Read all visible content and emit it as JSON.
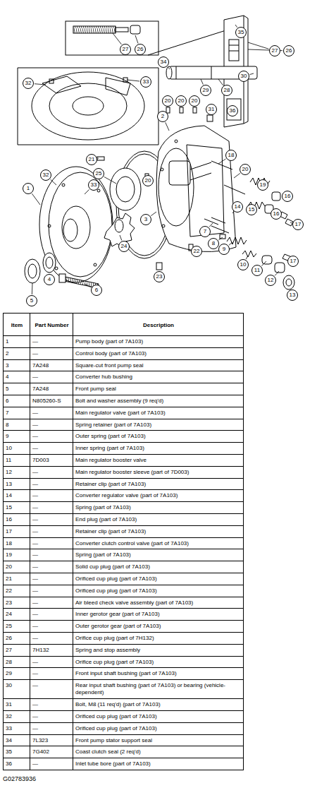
{
  "diagram": {
    "labels": [
      "27",
      "26",
      "35",
      "27",
      "26",
      "34",
      "30",
      "29",
      "28",
      "36",
      "32",
      "33",
      "20",
      "20",
      "20",
      "31",
      "2",
      "21",
      "25",
      "20",
      "32",
      "33",
      "1",
      "18",
      "20",
      "19",
      "16",
      "14",
      "15",
      "16",
      "17",
      "3",
      "7",
      "8",
      "9",
      "22",
      "10",
      "11",
      "17",
      "12",
      "13",
      "24",
      "23",
      "4",
      "5",
      "6",
      "Item",
      "Part Number",
      "Description",
      "1",
      "—",
      "Pump body (part of 7A103)",
      "2",
      "—",
      "Control body (part of 7A103)",
      "3",
      "7A248",
      "Square-cut front pump seal",
      "4",
      "—",
      "Converter hub bushing",
      "5",
      "7A248",
      "Front pump seal",
      "6",
      "N805260-S",
      "Bolt and washer assembly (9 req'd)",
      "7",
      "—",
      "Main regulator valve (part of 7A103)",
      "8",
      "—",
      "Spring retainer (part of 7A103)",
      "9",
      "—",
      "Outer spring (part of 7A103)",
      "10",
      "—",
      "Inner spring (part of 7A103)",
      "11",
      "7D003",
      "Main regulator booster valve",
      "12",
      "—",
      "Main regulator booster sleeve (part of 7D003)",
      "13",
      "—",
      "Retainer clip (part of 7A103)",
      "14",
      "—",
      "Converter regulator valve (part of 7A103)",
      "15",
      "—",
      "Spring (part of 7A103)",
      "16",
      "—",
      "End plug (part of 7A103)",
      "17",
      "—",
      "Retainer clip (part of 7A103)",
      "18",
      "—",
      "Converter clutch control valve (part of 7A103)",
      "19",
      "—",
      "Spring (part of 7A103)",
      "20",
      "—",
      "Solid cup plug (part of 7A103)",
      "21",
      "—",
      "Orificed cup plug (part of 7A103)",
      "22",
      "—",
      "Orificed cup plug (part of 7A103)",
      "23",
      "—",
      "Air bleed check valve assembly (part of 7A103)",
      "24",
      "—",
      "Inner gerotor gear (part of 7A103)",
      "25",
      "—",
      "Outer gerotor gear (part of 7A103)",
      "26",
      "—",
      "Orifice cup plug (part of 7H132)",
      "27",
      "7H132",
      "Spring and stop assembly",
      "28",
      "—",
      "Orifice cup plug (part of 7A103)",
      "29",
      "—",
      "Front input shaft bushing (part of 7A103)",
      "30",
      "—",
      "Rear input shaft bushing (part of 7A103) or bearing (vehicle-dependent)",
      "31",
      "—",
      "Bolt, M8 (11 req'd) (part of 7A103)",
      "32",
      "—",
      "Orificed cup plug (part of 7A103)",
      "33",
      "—",
      "Orificed cup plug (part of 7A103)",
      "34",
      "7L323",
      "Front pump stator support seal",
      "35",
      "7G402",
      "Coast clutch seal (2 req'd)",
      "36",
      "—",
      "Inlet tube bore (part of 7A103)",
      "G02783936"
    ]
  }
}
